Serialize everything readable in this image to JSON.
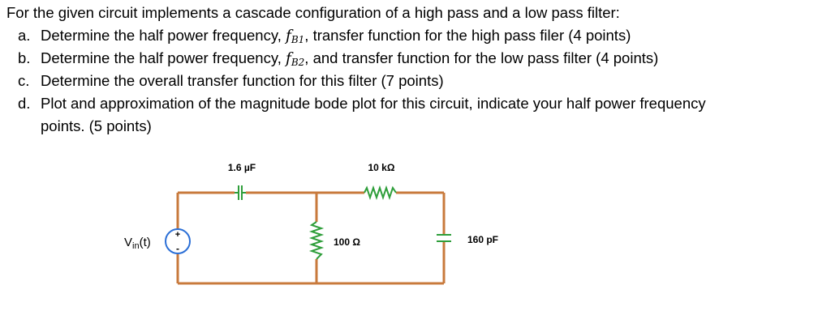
{
  "problem": {
    "intro": "For the given circuit implements a cascade configuration of a high pass and a low pass filter:",
    "items": [
      {
        "label": "a.",
        "pre": "Determine the half power frequency, ",
        "var": "f",
        "sub": "B1",
        "post": ", transfer function for the high pass filer (4 points)"
      },
      {
        "label": "b.",
        "pre": "Determine the half power frequency, ",
        "var": "f",
        "sub": "B2",
        "post": ", and transfer function for the low pass filter (4 points)"
      },
      {
        "label": "c.",
        "text": "Determine the overall transfer function for this filter (7 points)"
      },
      {
        "label": "d.",
        "text": "Plot and approximation of the magnitude bode plot for this circuit, indicate your half power frequency",
        "text2": "points. (5 points)"
      }
    ]
  },
  "circuit": {
    "capacitor1": "1.6 µF",
    "resistor1": "10 kΩ",
    "resistor2": "100 Ω",
    "capacitor2": "160 pF",
    "source_label": "V",
    "source_sub": "in",
    "source_suffix": "(t)",
    "source_plus": "+",
    "source_minus": "-",
    "wire_color": "#c87a3c",
    "component_color": "#2e9e3a",
    "source_color": "#2b6fd6"
  }
}
